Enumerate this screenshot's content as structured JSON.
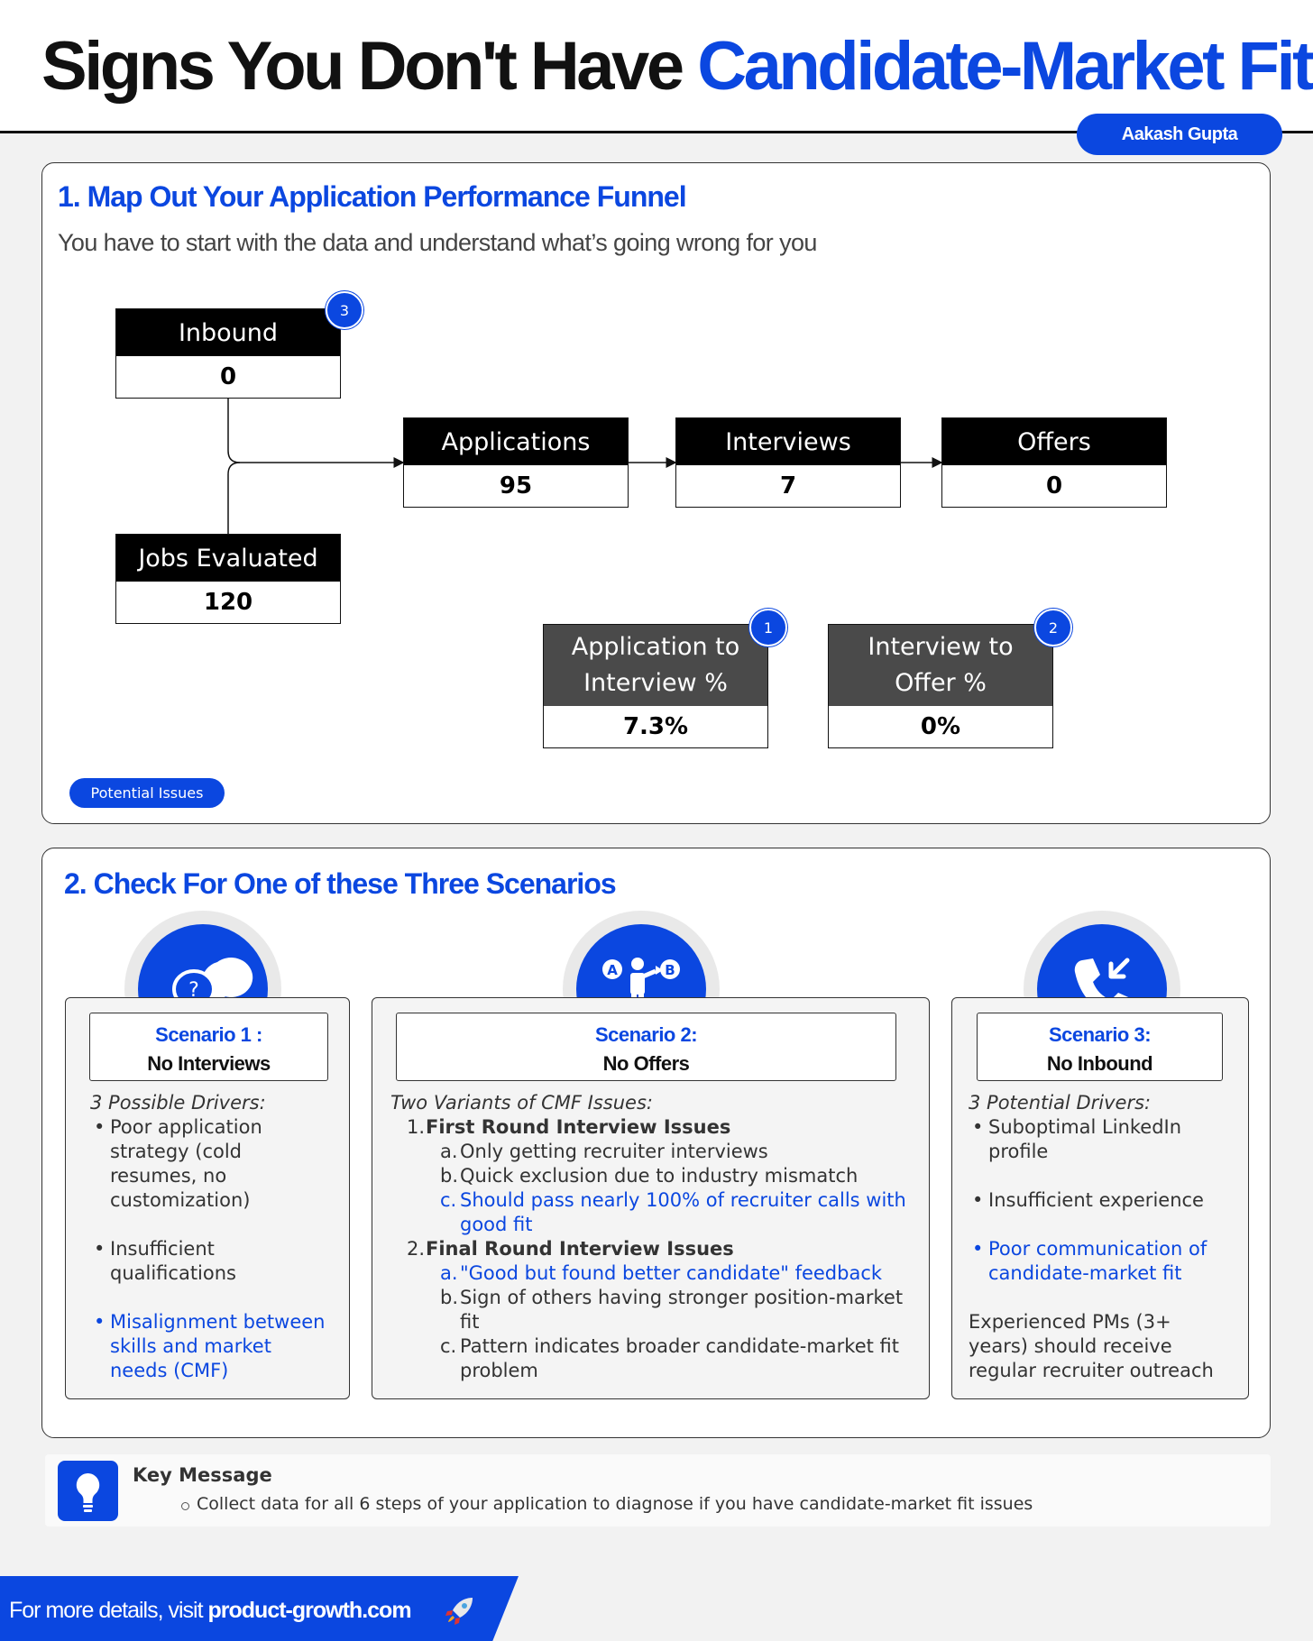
{
  "header": {
    "title_main": "Signs You Don't Have ",
    "title_accent": "Candidate-Market Fit",
    "author": "Aakash Gupta"
  },
  "section1": {
    "title": "1. Map Out Your Application Performance Funnel",
    "subtitle": "You have to start with the data and understand what’s going wrong for you",
    "funnel": {
      "inbound": {
        "label": "Inbound",
        "value": "0",
        "badge": "3"
      },
      "jobs_evaluated": {
        "label": "Jobs Evaluated",
        "value": "120"
      },
      "applications": {
        "label": "Applications",
        "value": "95"
      },
      "interviews": {
        "label": "Interviews",
        "value": "7"
      },
      "offers": {
        "label": "Offers",
        "value": "0"
      }
    },
    "ratios": {
      "app_to_interview": {
        "line1": "Application to",
        "line2": "Interview %",
        "value": "7.3%",
        "badge": "1"
      },
      "interview_to_offer": {
        "line1": "Interview to",
        "line2": "Offer %",
        "value": "0%",
        "badge": "2"
      }
    },
    "potential_issues": "Potential Issues"
  },
  "section2": {
    "title": "2. Check For One of these Three Scenarios",
    "scenario1": {
      "title": "Scenario 1 :",
      "subtitle": "No Interviews",
      "intro": "3 Possible Drivers:",
      "items": [
        "Poor application strategy (cold resumes, no customization)",
        "Insufficient qualifications",
        "Misalignment between skills and market needs (CMF)"
      ]
    },
    "scenario2": {
      "title": "Scenario 2:",
      "subtitle": "No Offers",
      "intro": "Two Variants of CMF Issues:",
      "group1": {
        "num": "1.",
        "title": "First Round Interview Issues",
        "items": [
          {
            "n": "a.",
            "text": "Only getting recruiter interviews"
          },
          {
            "n": "b.",
            "text": "Quick exclusion due to industry mismatch"
          },
          {
            "n": "c.",
            "text": "Should pass nearly 100% of recruiter calls with good fit"
          }
        ]
      },
      "group2": {
        "num": "2.",
        "title": "Final Round Interview Issues",
        "items": [
          {
            "n": "a.",
            "text": "\"Good but found better candidate\" feedback"
          },
          {
            "n": "b.",
            "text": "Sign of others having stronger position-market fit"
          },
          {
            "n": "c.",
            "text": "Pattern indicates broader candidate-market fit problem"
          }
        ]
      }
    },
    "scenario3": {
      "title": "Scenario 3:",
      "subtitle": "No Inbound",
      "intro": "3 Potential Drivers:",
      "items": [
        "Suboptimal LinkedIn profile",
        "Insufficient experience",
        "Poor communication of candidate-market fit"
      ],
      "note": "Experienced PMs (3+ years) should receive regular recruiter outreach"
    }
  },
  "key_message": {
    "title": "Key Message",
    "text": "Collect data for all 6 steps of your application to diagnose if you have candidate-market fit issues"
  },
  "footer": {
    "prefix": "For more details, visit ",
    "site": "product-growth.com"
  },
  "colors": {
    "accent": "#0b47e0",
    "dark": "#000000",
    "ratio_header": "#4a4a4a"
  }
}
